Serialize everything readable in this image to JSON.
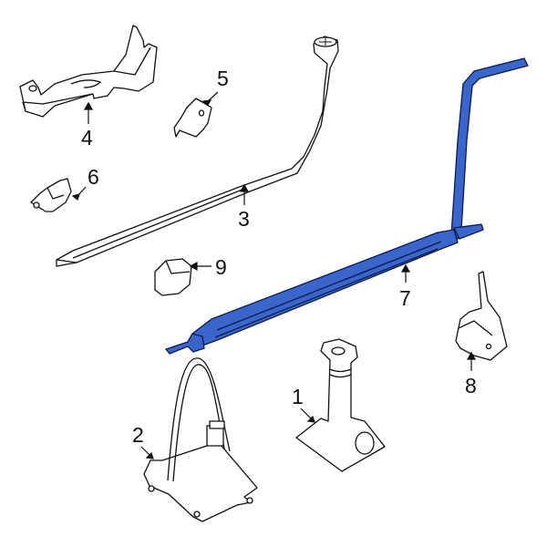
{
  "diagram": {
    "highlight_color": "#3A66CC",
    "highlighted_part": "7",
    "callouts": [
      {
        "id": "1",
        "label": "1",
        "part": "jack"
      },
      {
        "id": "2",
        "label": "2",
        "part": "jack-bracket"
      },
      {
        "id": "3",
        "label": "3",
        "part": "lug-wrench"
      },
      {
        "id": "4",
        "label": "4",
        "part": "mounting-bracket"
      },
      {
        "id": "5",
        "label": "5",
        "part": "clip"
      },
      {
        "id": "6",
        "label": "6",
        "part": "holder"
      },
      {
        "id": "7",
        "label": "7",
        "part": "spare-tire-hoist-handle"
      },
      {
        "id": "8",
        "label": "8",
        "part": "tool-holder"
      },
      {
        "id": "9",
        "label": "9",
        "part": "clip"
      }
    ]
  }
}
